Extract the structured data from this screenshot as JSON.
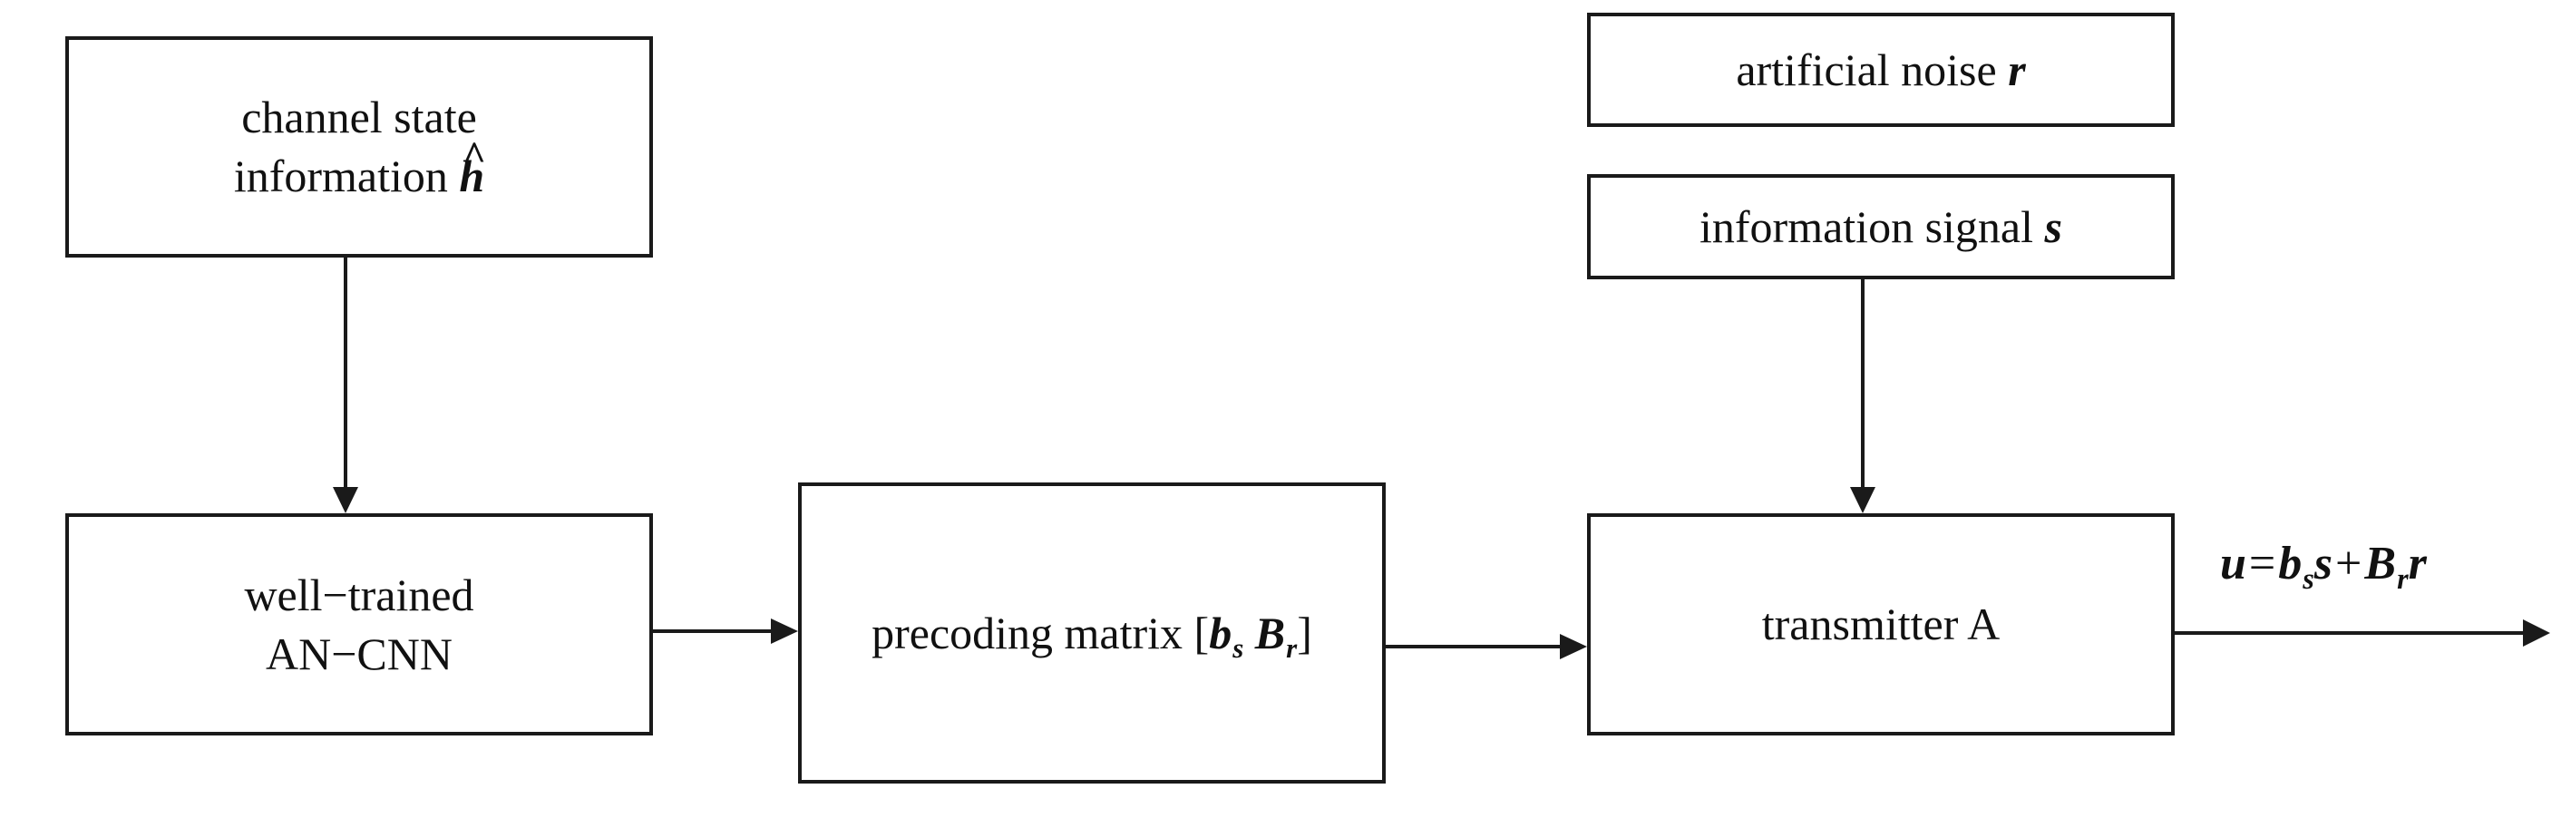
{
  "blocks": {
    "csi": {
      "line1": "channel state",
      "line2_text": "information ",
      "line2_symbol": "h",
      "symbol_accent": "^"
    },
    "cnn": {
      "line1": "well−trained",
      "line2": "AN−CNN"
    },
    "precoding": {
      "text": "precoding matrix [",
      "sym_b": "b",
      "sub_b": "s",
      "sym_B": "B",
      "sub_B": "r",
      "close": "]"
    },
    "noise": {
      "text": "artificial noise ",
      "symbol": "r"
    },
    "signal": {
      "text": "information signal ",
      "symbol": "s"
    },
    "transmitter": {
      "label": "transmitter A"
    }
  },
  "output": {
    "u": "u",
    "eq": "=",
    "b": "b",
    "b_sub": "s",
    "s": "s",
    "plus": "+",
    "B": "B",
    "B_sub": "r",
    "r": "r"
  }
}
